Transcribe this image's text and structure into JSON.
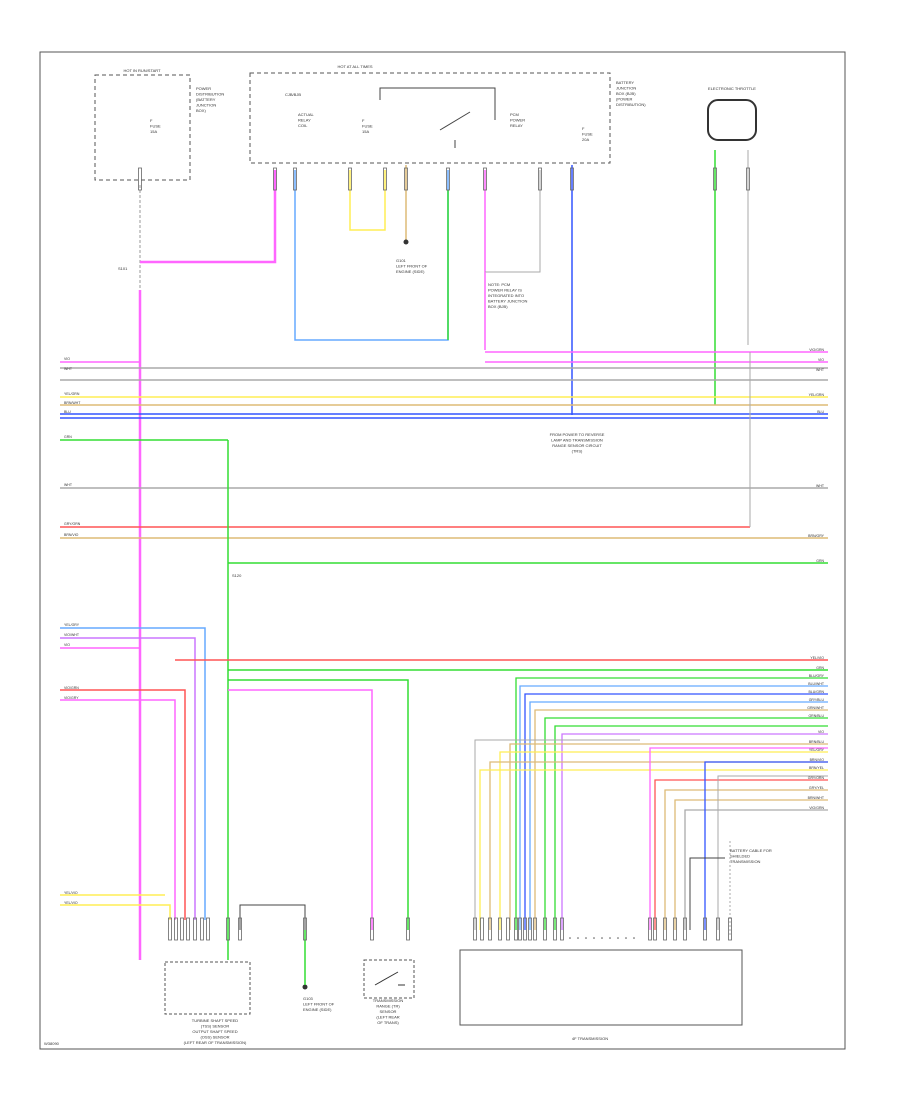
{
  "figure_id": "W38090",
  "fuse_boxes": {
    "left_title": "HOT IN RUN/START",
    "left_desc": [
      "POWER",
      "DISTRIBUTION",
      "(BATTERY",
      "JUNCTION",
      "BOX)"
    ],
    "left_fuse": [
      "F",
      "FUSE",
      "15A"
    ],
    "mid_title": "HOT AT ALL TIMES",
    "mid_sub": "CJB/BJB",
    "mid_relay_label": [
      "ACTUAL",
      "RELAY",
      "COIL"
    ],
    "mid_fuse": [
      "F",
      "FUSE",
      "15A"
    ],
    "mid_relay2": [
      "PCM",
      "POWER",
      "RELAY"
    ],
    "right_desc": [
      "BATTERY",
      "JUNCTION",
      "BOX (BJB)",
      "(POWER",
      "DISTRIBUTION)"
    ],
    "right_fuse": [
      "F",
      "FUSE",
      "20A"
    ],
    "right_top_label": "ELECTRONIC THROTTLE"
  },
  "nodes": {
    "s1": "S101",
    "ground_top": [
      "G101",
      "LEFT FRONT OF",
      "ENGINE (SIDE)"
    ],
    "note_top": [
      "NOTE: PCM",
      "POWER RELAY IS",
      "INTEGRATED INTO",
      "BATTERY JUNCTION",
      "BOX (BJB)"
    ],
    "note_mid": [
      "FROM POWER TO REVERSE",
      "LAMP AND TRANSMISSION",
      "RANGE SENSOR CIRCUIT",
      "(TRS)"
    ],
    "s2": "S120",
    "note_lower": [
      "BATTERY CABLE FOR",
      "SHIELDED",
      "TRANSMISSION"
    ],
    "ground_bot": [
      "G103",
      "LEFT FRONT OF",
      "ENGINE (SIDE)"
    ]
  },
  "wire_labels_left": [
    "VIO",
    "WHT",
    "YEL/GRN",
    "BRN/WHT",
    "BLU",
    "GRN",
    "WHT",
    "GRY/ORN",
    "BRN/VIO",
    "YEL/GRY",
    "VIO/WHT",
    "VIO",
    "VIO/GRN",
    "VIO/GRY",
    "YEL/VIO",
    "YEL/VIO"
  ],
  "wire_labels_right": [
    "VIO/GRN",
    "VIO",
    "WHT",
    "YEL/GRN",
    "BLU",
    "WHT",
    "BRN/GRY",
    "GRN",
    "YEL/VIO",
    "GRN",
    "BLU/GRY",
    "BLU/WHT",
    "BLU/GRN",
    "GRY/BLU",
    "GRN/WHT",
    "GRN/BLU",
    "VIO",
    "BRN/BLU",
    "YEL/GRY",
    "BRN/VIO",
    "BRN/YEL",
    "GRY/ORN",
    "GRY/YEL",
    "BRN/WHT",
    "VIO/GRN"
  ],
  "components": {
    "sensor_left": [
      "TURBINE SHAFT SPEED",
      "(TSS) SENSOR",
      "OUTPUT SHAFT SPEED",
      "(OSS) SENSOR",
      "(LEFT REAR OF TRANSMISSION)"
    ],
    "switch_mid": [
      "TRANSMISSION",
      "RANGE (TR)",
      "SENSOR",
      "(LEFT REAR",
      "OF TRANS)"
    ],
    "trans_block": "4F TRANSMISSION"
  },
  "colors": {
    "pink": "#ff66ff",
    "violet": "#cc77ff",
    "blue": "#3355ff",
    "light_blue": "#66aaff",
    "green": "#33dd33",
    "yellow": "#ffee55",
    "orange_tan": "#ddbb77",
    "red": "#ff5555",
    "gray": "#aaaaaa",
    "dark": "#444444"
  }
}
